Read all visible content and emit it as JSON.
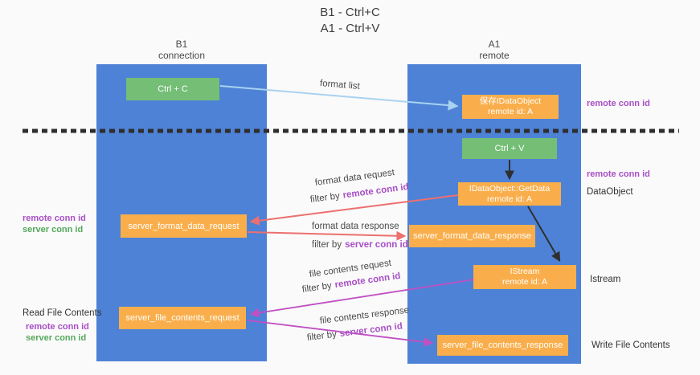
{
  "title": {
    "line1": "B1 - Ctrl+C",
    "line2": "A1 - Ctrl+V"
  },
  "columns": {
    "left": {
      "title": "B1",
      "subtitle": "connection"
    },
    "right": {
      "title": "A1",
      "subtitle": "remote"
    }
  },
  "nodes": {
    "ctrl_c": {
      "label": "Ctrl + C"
    },
    "ctrl_v": {
      "label": "Ctrl + V"
    },
    "save_idataobject": {
      "line1": "保存IDataObject",
      "line2": "remote id: A"
    },
    "idataobject_getdata": {
      "line1": "IDataObject::GetData",
      "line2": "remote id: A"
    },
    "istream": {
      "line1": "IStream",
      "line2": "remote id: A"
    },
    "server_format_data_request": {
      "label": "server_format_data_request"
    },
    "server_format_data_response": {
      "label": "server_format_data_response"
    },
    "server_file_contents_request": {
      "label": "server_file_contents_request"
    },
    "server_file_contents_response": {
      "label": "server_file_contents_response"
    }
  },
  "edge_labels": {
    "format_list": "format list",
    "format_data_request": {
      "text": "format data request",
      "filter_prefix": "filter by",
      "filter_value": "remote conn id"
    },
    "format_data_response": {
      "text": "format data response",
      "filter_prefix": "filter by",
      "filter_value": "server conn id"
    },
    "file_contents_request": {
      "text": "file contents request",
      "filter_prefix": "filter by",
      "filter_value": "remote conn id"
    },
    "file_contents_response": {
      "text": "file contents response",
      "filter_prefix": "filter by",
      "filter_value": "server conn id"
    }
  },
  "side_labels": {
    "right_remote_conn_id_top": "remote conn id",
    "right_remote_conn_id_mid": "remote conn id",
    "right_dataobject": "DataObject",
    "right_istream": "Istream",
    "right_write_file_contents": "Write File Contents",
    "left_remote_conn_id_1": "remote conn id",
    "left_server_conn_id_1": "server conn id",
    "left_read_file_contents": "Read File Contents",
    "left_remote_conn_id_2": "remote conn id",
    "left_server_conn_id_2": "server conn id"
  },
  "colors": {
    "column_fill": "#4E82D6",
    "green_box": "#74BE76",
    "orange_box": "#F9AE4B",
    "arrow_blue": "#A9D2F0",
    "arrow_red": "#ED6F6F",
    "arrow_magenta": "#C050C4",
    "arrow_black": "#2F2F2F",
    "label_purple": "#A84FC6",
    "label_green": "#55A85C"
  }
}
